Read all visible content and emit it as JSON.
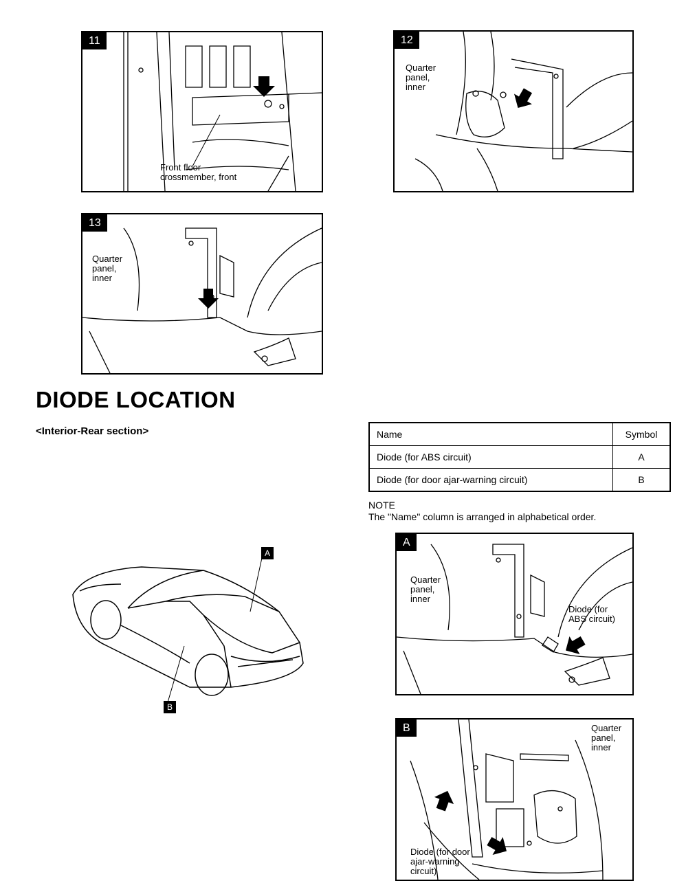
{
  "figures": {
    "fig11": {
      "number": "11",
      "label": "Front floor\ncrossmember, front"
    },
    "fig12": {
      "number": "12",
      "label": "Quarter\npanel,\ninner"
    },
    "fig13": {
      "number": "13",
      "label": "Quarter\npanel,\ninner"
    },
    "figA": {
      "number": "A",
      "label_panel": "Quarter\npanel,\ninner",
      "label_diode": "Diode (for\nABS circuit)"
    },
    "figB": {
      "number": "B",
      "label_panel": "Quarter\npanel,\ninner",
      "label_diode": "Diode (for door\najar-warning\ncircuit)"
    }
  },
  "section": {
    "title": "DIODE LOCATION",
    "subtitle": "<Interior-Rear section>"
  },
  "car_callouts": {
    "a": "A",
    "b": "B"
  },
  "table": {
    "headers": [
      "Name",
      "Symbol"
    ],
    "rows": [
      [
        "Diode (for ABS circuit)",
        "A"
      ],
      [
        "Diode (for door ajar-warning circuit)",
        "B"
      ]
    ]
  },
  "note": {
    "title": "NOTE",
    "text": "The \"Name\" column is arranged in alphabetical order."
  }
}
